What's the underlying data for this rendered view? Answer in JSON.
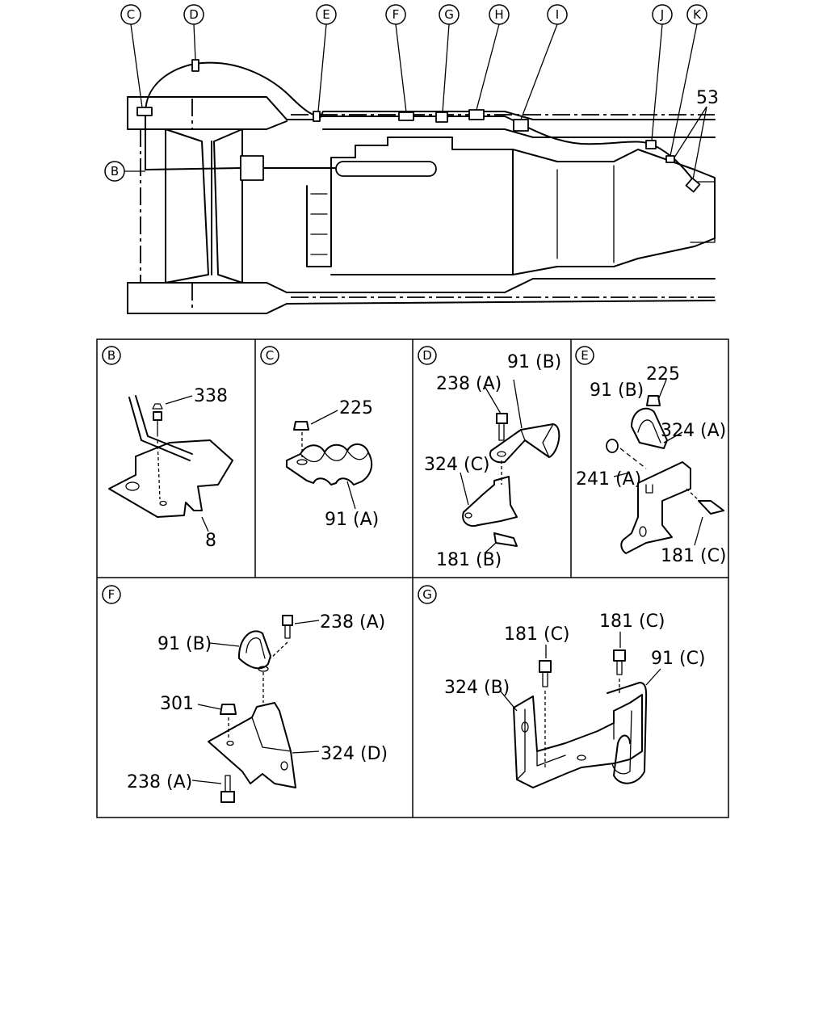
{
  "callouts_top": [
    "C",
    "D",
    "E",
    "F",
    "G",
    "H",
    "I",
    "J",
    "K"
  ],
  "callout_b": "B",
  "part_53": "53",
  "panels": {
    "b": {
      "letter": "B",
      "labels": [
        "338",
        "8"
      ]
    },
    "c": {
      "letter": "C",
      "labels": [
        "225",
        "91 (A)"
      ]
    },
    "d": {
      "letter": "D",
      "labels": [
        "238 (A)",
        "91 (B)",
        "324 (C)",
        "181 (B)"
      ]
    },
    "e": {
      "letter": "E",
      "labels": [
        "91 (B)",
        "225",
        "324 (A)",
        "241 (A)",
        "181 (C)"
      ]
    },
    "f": {
      "letter": "F",
      "labels": [
        "238 (A)",
        "91 (B)",
        "301",
        "324 (D)",
        "238 (A)"
      ]
    },
    "g": {
      "letter": "G",
      "labels": [
        "181 (C)",
        "181 (C)",
        "91 (C)",
        "324 (B)"
      ]
    }
  }
}
